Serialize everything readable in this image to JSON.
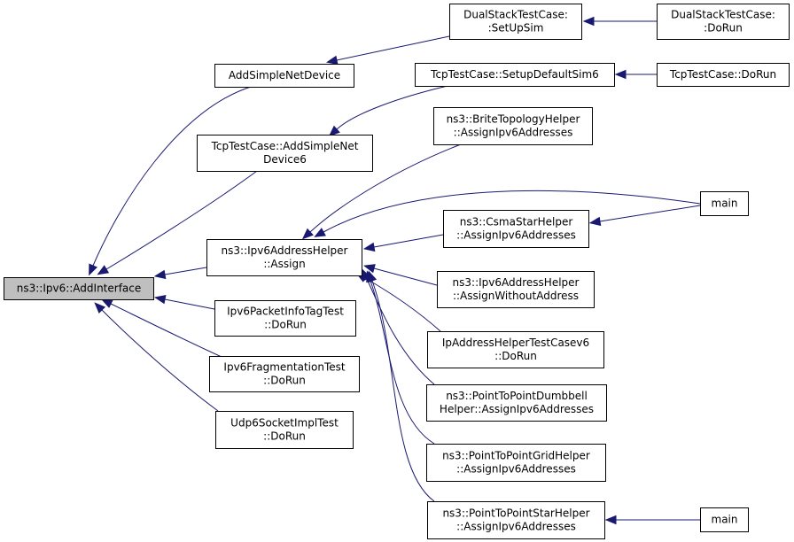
{
  "graph": {
    "nodes": [
      {
        "id": "n_addinterface",
        "lines": [
          "ns3::Ipv6::AddInterface"
        ]
      },
      {
        "id": "n_addsimplenetdevice",
        "lines": [
          "AddSimpleNetDevice"
        ]
      },
      {
        "id": "n_dualstack_setupsim",
        "lines": [
          "DualStackTestCase:",
          ":SetUpSim"
        ]
      },
      {
        "id": "n_dualstack_dorun",
        "lines": [
          "DualStackTestCase:",
          ":DoRun"
        ]
      },
      {
        "id": "n_tcp_addsimplenetdevice6",
        "lines": [
          "TcpTestCase::AddSimpleNet",
          "Device6"
        ]
      },
      {
        "id": "n_tcp_setupdefaultsim6",
        "lines": [
          "TcpTestCase::SetupDefaultSim6"
        ]
      },
      {
        "id": "n_tcp_dorun",
        "lines": [
          "TcpTestCase::DoRun"
        ]
      },
      {
        "id": "n_ipv6addresshelper_assign",
        "lines": [
          "ns3::Ipv6AddressHelper",
          "::Assign"
        ]
      },
      {
        "id": "n_brite",
        "lines": [
          "ns3::BriteTopologyHelper",
          "::AssignIpv6Addresses"
        ]
      },
      {
        "id": "n_main1",
        "lines": [
          "main"
        ]
      },
      {
        "id": "n_csmastar",
        "lines": [
          "ns3::CsmaStarHelper",
          "::AssignIpv6Addresses"
        ]
      },
      {
        "id": "n_assignwithout",
        "lines": [
          "ns3::Ipv6AddressHelper",
          "::AssignWithoutAddress"
        ]
      },
      {
        "id": "n_ipaddresshelpertest",
        "lines": [
          "IpAddressHelperTestCasev6",
          "::DoRun"
        ]
      },
      {
        "id": "n_p2pdumbbell",
        "lines": [
          "ns3::PointToPointDumbbell",
          "Helper::AssignIpv6Addresses"
        ]
      },
      {
        "id": "n_p2pgrid",
        "lines": [
          "ns3::PointToPointGridHelper",
          "::AssignIpv6Addresses"
        ]
      },
      {
        "id": "n_p2pstar",
        "lines": [
          "ns3::PointToPointStarHelper",
          "::AssignIpv6Addresses"
        ]
      },
      {
        "id": "n_main2",
        "lines": [
          "main"
        ]
      },
      {
        "id": "n_ipv6packetinfo",
        "lines": [
          "Ipv6PacketInfoTagTest",
          "::DoRun"
        ]
      },
      {
        "id": "n_ipv6frag",
        "lines": [
          "Ipv6FragmentationTest",
          "::DoRun"
        ]
      },
      {
        "id": "n_udp6socket",
        "lines": [
          "Udp6SocketImplTest",
          "::DoRun"
        ]
      }
    ],
    "edges": [
      {
        "from": "n_addsimplenetdevice",
        "to": "n_addinterface"
      },
      {
        "from": "n_tcp_addsimplenetdevice6",
        "to": "n_addinterface"
      },
      {
        "from": "n_ipv6addresshelper_assign",
        "to": "n_addinterface"
      },
      {
        "from": "n_ipv6packetinfo",
        "to": "n_addinterface"
      },
      {
        "from": "n_ipv6frag",
        "to": "n_addinterface"
      },
      {
        "from": "n_udp6socket",
        "to": "n_addinterface"
      },
      {
        "from": "n_dualstack_setupsim",
        "to": "n_addsimplenetdevice"
      },
      {
        "from": "n_dualstack_dorun",
        "to": "n_dualstack_setupsim"
      },
      {
        "from": "n_tcp_setupdefaultsim6",
        "to": "n_tcp_addsimplenetdevice6"
      },
      {
        "from": "n_tcp_dorun",
        "to": "n_tcp_setupdefaultsim6"
      },
      {
        "from": "n_brite",
        "to": "n_ipv6addresshelper_assign"
      },
      {
        "from": "n_main1",
        "to": "n_ipv6addresshelper_assign"
      },
      {
        "from": "n_csmastar",
        "to": "n_ipv6addresshelper_assign"
      },
      {
        "from": "n_assignwithout",
        "to": "n_ipv6addresshelper_assign"
      },
      {
        "from": "n_ipaddresshelpertest",
        "to": "n_ipv6addresshelper_assign"
      },
      {
        "from": "n_p2pdumbbell",
        "to": "n_ipv6addresshelper_assign"
      },
      {
        "from": "n_p2pgrid",
        "to": "n_ipv6addresshelper_assign"
      },
      {
        "from": "n_p2pstar",
        "to": "n_ipv6addresshelper_assign"
      },
      {
        "from": "n_main1",
        "to": "n_csmastar"
      },
      {
        "from": "n_main2",
        "to": "n_p2pstar"
      }
    ]
  },
  "colors": {
    "edge": "#191970",
    "root_fill": "#bfbfbf",
    "node_fill": "#ffffff",
    "node_border": "#000000"
  }
}
